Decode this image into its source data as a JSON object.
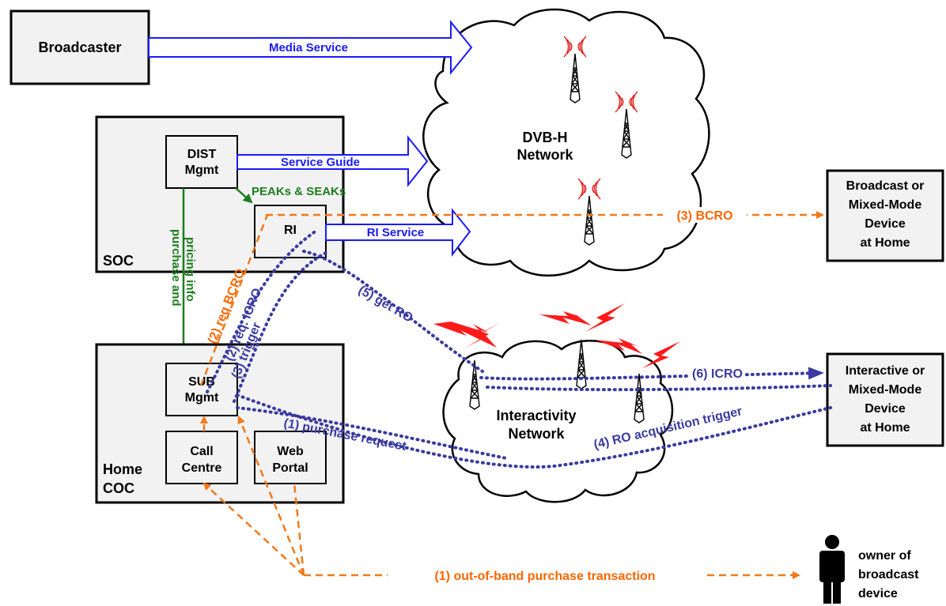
{
  "nodes": {
    "broadcaster": "Broadcaster",
    "soc": "SOC",
    "dist_mgmt": [
      "DIST",
      "Mgmt"
    ],
    "ri": "RI",
    "home_coc": [
      "Home",
      "COC"
    ],
    "sub_mgmt": [
      "SUB",
      "Mgmt"
    ],
    "call_centre": [
      "Call",
      "Centre"
    ],
    "web_portal": [
      "Web",
      "Portal"
    ],
    "dvbh_network": [
      "DVB-H",
      "Network"
    ],
    "interactivity_network": [
      "Interactivity",
      "Network"
    ],
    "broadcast_device": [
      "Broadcast or",
      "Mixed-Mode",
      "Device",
      "at Home"
    ],
    "interactive_device": [
      "Interactive or",
      "Mixed-Mode",
      "Device",
      "at Home"
    ],
    "owner": [
      "owner of",
      "broadcast",
      "device"
    ]
  },
  "flows": {
    "media_service": "Media Service",
    "service_guide": "Service Guide",
    "ri_service": "RI Service",
    "peaks_seaks": "PEAKs & SEAKs",
    "purchase_pricing": [
      "purchase and",
      "pricing info"
    ],
    "bcro": "(3) BCRO",
    "req_bcro_prefix": "(2) req ",
    "req_bcro_suffix": "BCRO",
    "req_icro": "(2) req. ICRO",
    "trigger": "(3) trigger",
    "get_ro": "(5) get RO",
    "icro": "(6) ICRO",
    "purchase_request": "(1) purchase request",
    "ro_acquisition_trigger": "(4) RO acquisition trigger",
    "out_of_band": "(1) out-of-band purchase transaction"
  },
  "colors": {
    "service_flow": "#1a1aff",
    "key_flow": "#1e7d1e",
    "broadcast_rights_flow": "#f07a1a",
    "interactive_rights_flow": "#3a3aa0",
    "signal": "#e02020"
  },
  "icons": [
    "radio-tower-icon",
    "lightning-bolt-icon",
    "person-icon"
  ]
}
